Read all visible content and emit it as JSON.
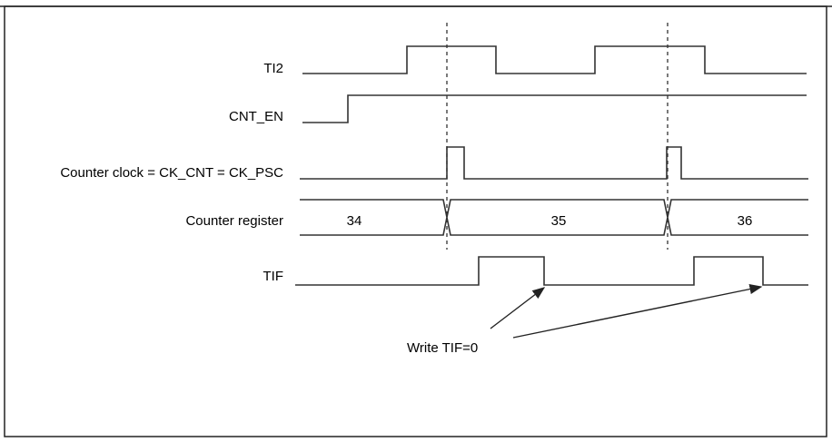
{
  "signals": {
    "ti2": "TI2",
    "cnt_en": "CNT_EN",
    "clock": "Counter clock = CK_CNT = CK_PSC",
    "counter": "Counter register",
    "tif": "TIF"
  },
  "counter_values": [
    "34",
    "35",
    "36"
  ],
  "annotation": "Write TIF=0"
}
